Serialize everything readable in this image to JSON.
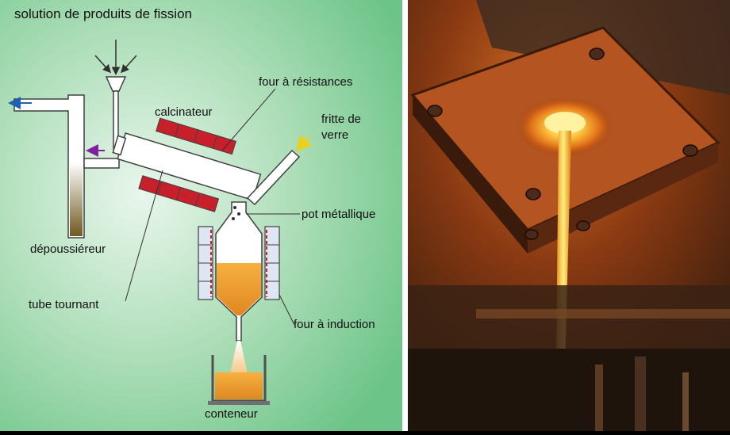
{
  "diagram": {
    "title": "solution de produits de fission",
    "labels": {
      "four_resistances": "four à résistances",
      "calcinateur": "calcinateur",
      "fritte_line1": "fritte de",
      "fritte_line2": "verre",
      "pot_metallique": "pot métallique",
      "depoussiereur": "dépoussiéreur",
      "tube_tournant": "tube tournant",
      "four_induction": "four à induction",
      "conteneur": "conteneur"
    },
    "colors": {
      "panel_bg": "#8fd4a0",
      "resistance": "#c8202a",
      "glass_melt": "#f0a030",
      "dust_fill": "#7a6a2a",
      "gas_arrow": "#2060b0",
      "feed_arrow": "#8020a0",
      "frit_arrow": "#e8d020"
    }
  },
  "photo": {
    "subject": "molten-glass-pour",
    "colors": {
      "stream": "#ffb020",
      "plate": "#a04010",
      "background": "#2a1a10"
    }
  }
}
